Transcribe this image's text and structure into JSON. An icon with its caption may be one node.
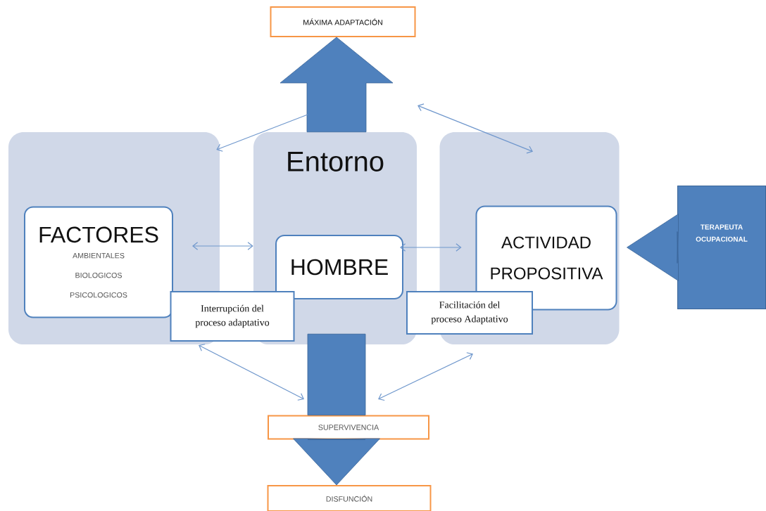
{
  "diagram": {
    "nodes": [
      {
        "text": [
          "MÁXIMA ADAPTACIÓN"
        ]
      },
      {
        "text": [],
        "shape": "box"
      },
      {
        "text": [
          "Entorno"
        ]
      },
      {
        "text": [],
        "shape": "box"
      },
      {
        "text": [
          "FACTORES",
          "AMBIENTALES BIOLOGICOS PSICOLOGICOS"
        ],
        "in": 1
      },
      {
        "text": [
          "HOMBRE"
        ],
        "in": 2
      },
      {
        "text": [
          "ACTIVIDAD PROPOSITIVA"
        ],
        "in": 3
      },
      {
        "text": [
          "Interrupción del proceso adaptativo"
        ]
      },
      {
        "text": [
          "Facilitación del proceso Adaptativo"
        ]
      },
      {
        "text": [
          "TERAPEUTA OCUPACIONAL"
        ]
      },
      {
        "text": [
          "SUPERVIVENCIA"
        ]
      },
      {
        "text": [
          "DISFUNCIÓN"
        ]
      }
    ],
    "edges": [
      {
        "from": 2,
        "to": 0,
        "arrow": "to",
        "style": "thick"
      },
      {
        "from": 2,
        "to": 10,
        "arrow": "none",
        "style": "thick"
      },
      {
        "from": 10,
        "to": 11,
        "arrow": "to",
        "style": "thick"
      },
      {
        "from": 9,
        "to": 6,
        "arrow": "to",
        "style": "thick"
      },
      {
        "from": null,
        "to": 1,
        "arrow": "to"
      },
      {
        "from": null,
        "to": 3,
        "arrow": "both"
      },
      {
        "from": 4,
        "to": 2,
        "arrow": "both"
      },
      {
        "from": 5,
        "to": 6,
        "arrow": "both"
      },
      {
        "from": 7,
        "to": null,
        "arrow": "both"
      },
      {
        "from": 3,
        "to": null,
        "arrow": "both"
      }
    ]
  }
}
